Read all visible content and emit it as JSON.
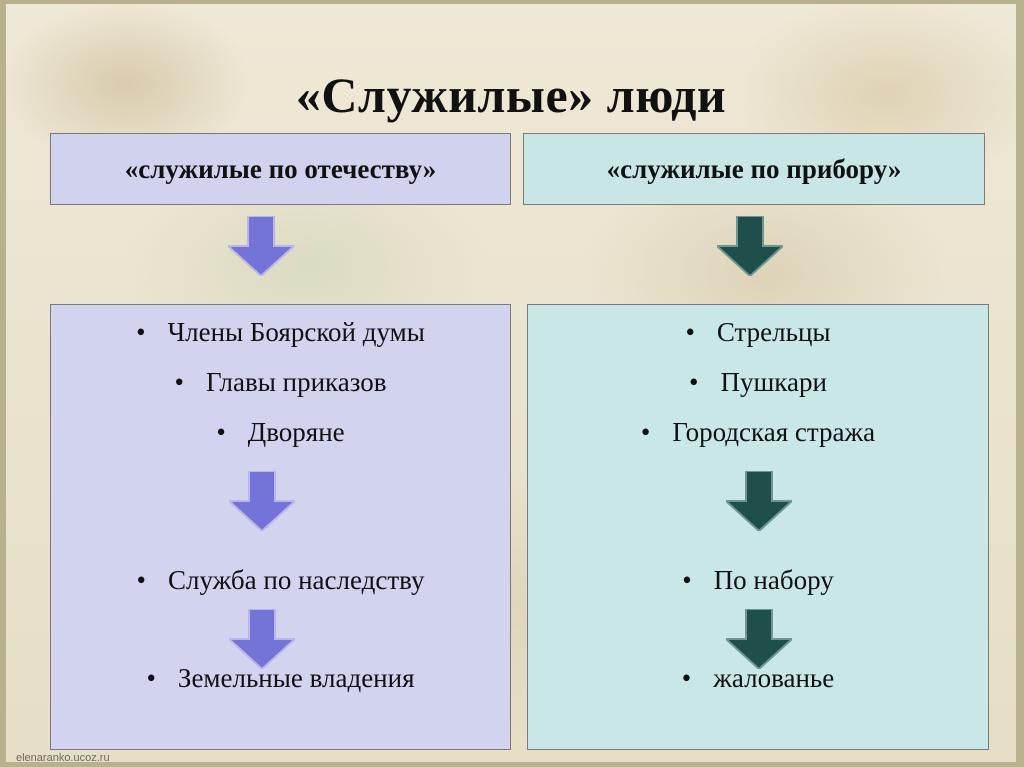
{
  "title": "«Служилые» люди",
  "left": {
    "header": "«служилые по отечеству»",
    "items": [
      "Члены Боярской думы",
      "Главы приказов",
      "Дворяне"
    ],
    "next_items": [
      "Служба по наследству",
      "Земельные владения"
    ]
  },
  "right": {
    "header": "«служилые по прибору»",
    "items": [
      "Стрельцы",
      "Пушкари",
      "Городская стража"
    ],
    "next_items": [
      "По набору",
      "жалованье"
    ]
  },
  "bullet_char": "•",
  "watermark": "elenaranko.ucoz.ru",
  "colors": {
    "left_fill": "#d2d3ef",
    "right_fill": "#c9e7e7",
    "left_arrow": "#7474d8",
    "right_arrow": "#1f4f4a"
  }
}
